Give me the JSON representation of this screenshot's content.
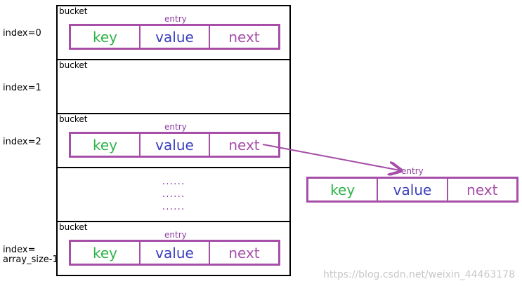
{
  "labels": {
    "bucket": "bucket",
    "entry": "entry",
    "key": "key",
    "value": "value",
    "next": "next",
    "dots": "......"
  },
  "indices": [
    "index=0",
    "index=1",
    "index=2",
    "index=",
    "array_size-1"
  ],
  "watermark": "https://blog.csdn.net/weixin_44463178",
  "colors": {
    "key": "#2fb34a",
    "value": "#3a3fbd",
    "next": "#a64ea8",
    "border": "#000000"
  }
}
